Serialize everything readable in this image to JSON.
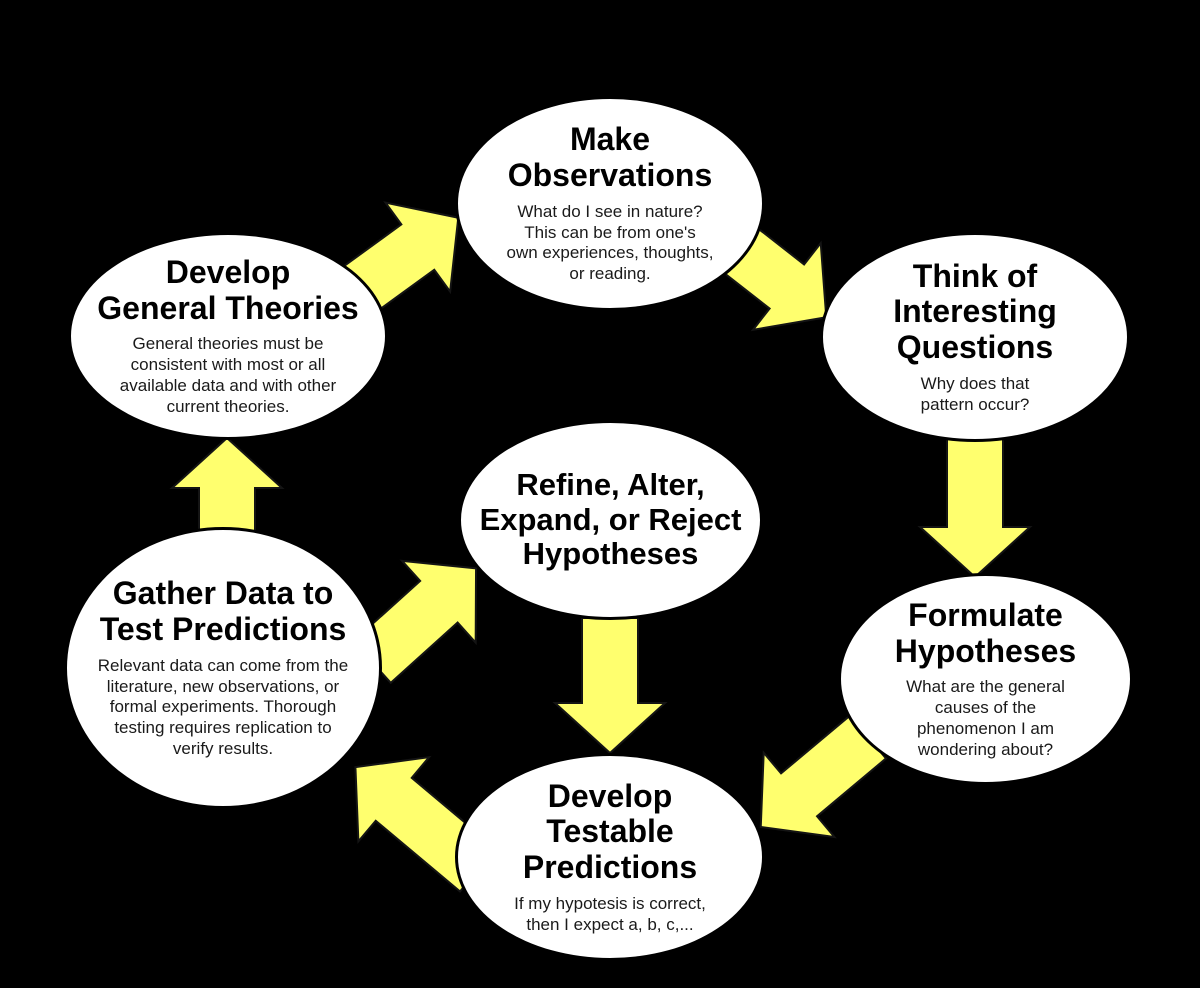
{
  "colors": {
    "background": "#000000",
    "node_fill": "#ffffff",
    "node_border": "#000000",
    "arrow_fill": "#ffff6e",
    "arrow_border": "#000000",
    "text": "#000000"
  },
  "nodes": {
    "make_observations": {
      "title": "Make\nObservations",
      "desc": "What do I see in nature?\nThis can be from one's\nown experiences, thoughts,\nor reading."
    },
    "think_questions": {
      "title": "Think of\nInteresting\nQuestions",
      "desc": "Why does that\npattern occur?"
    },
    "formulate_hypotheses": {
      "title": "Formulate\nHypotheses",
      "desc": "What are the general\ncauses of the\nphenomenon I am\nwondering about?"
    },
    "develop_predictions": {
      "title": "Develop\nTestable\nPredictions",
      "desc": "If my hypotesis is correct,\nthen I expect a, b, c,..."
    },
    "gather_data": {
      "title": "Gather Data to\nTest Predictions",
      "desc": "Relevant data can come from the\nliterature, new observations, or\nformal experiments.  Thorough\ntesting requires replication to\nverify results."
    },
    "general_theories": {
      "title": "Develop\nGeneral Theories",
      "desc": "General theories must be\nconsistent with most or all\navailable data and with other\ncurrent theories."
    },
    "refine": {
      "title": "Refine, Alter,\nExpand, or Reject\nHypotheses",
      "desc": ""
    }
  },
  "edges": [
    {
      "from": "general_theories",
      "to": "make_observations"
    },
    {
      "from": "make_observations",
      "to": "think_questions"
    },
    {
      "from": "think_questions",
      "to": "formulate_hypotheses"
    },
    {
      "from": "formulate_hypotheses",
      "to": "develop_predictions"
    },
    {
      "from": "develop_predictions",
      "to": "gather_data"
    },
    {
      "from": "gather_data",
      "to": "general_theories"
    },
    {
      "from": "gather_data",
      "to": "refine"
    },
    {
      "from": "refine",
      "to": "develop_predictions"
    }
  ]
}
